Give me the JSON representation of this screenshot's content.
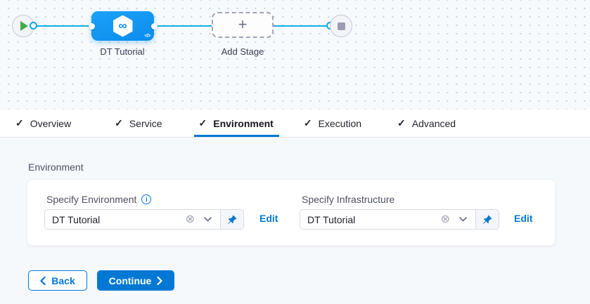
{
  "icons": {
    "check": "✓",
    "clear": "⊗",
    "plus": "+",
    "info": "i",
    "code": "</>",
    "infinity": "∞"
  },
  "pipeline": {
    "stage_label": "DT Tutorial",
    "add_stage_label": "Add Stage"
  },
  "tabs": [
    {
      "label": "Overview",
      "checked": true,
      "active": false
    },
    {
      "label": "Service",
      "checked": true,
      "active": false
    },
    {
      "label": "Environment",
      "checked": true,
      "active": true
    },
    {
      "label": "Execution",
      "checked": true,
      "active": false
    },
    {
      "label": "Advanced",
      "checked": true,
      "active": false
    }
  ],
  "panel": {
    "heading": "Environment",
    "environment": {
      "label": "Specify Environment",
      "value": "DT Tutorial",
      "edit_label": "Edit"
    },
    "infrastructure": {
      "label": "Specify Infrastructure",
      "value": "DT Tutorial",
      "edit_label": "Edit"
    }
  },
  "footer": {
    "back_label": "Back",
    "continue_label": "Continue"
  },
  "colors": {
    "primary_blue": "#0278d5",
    "connector_line": "#14aee6",
    "stage_node_blue": "#0d93f1",
    "play_green": "#42ab46",
    "canvas_bg": "#f7fafd",
    "panel_bg": "#f6f9fc"
  }
}
